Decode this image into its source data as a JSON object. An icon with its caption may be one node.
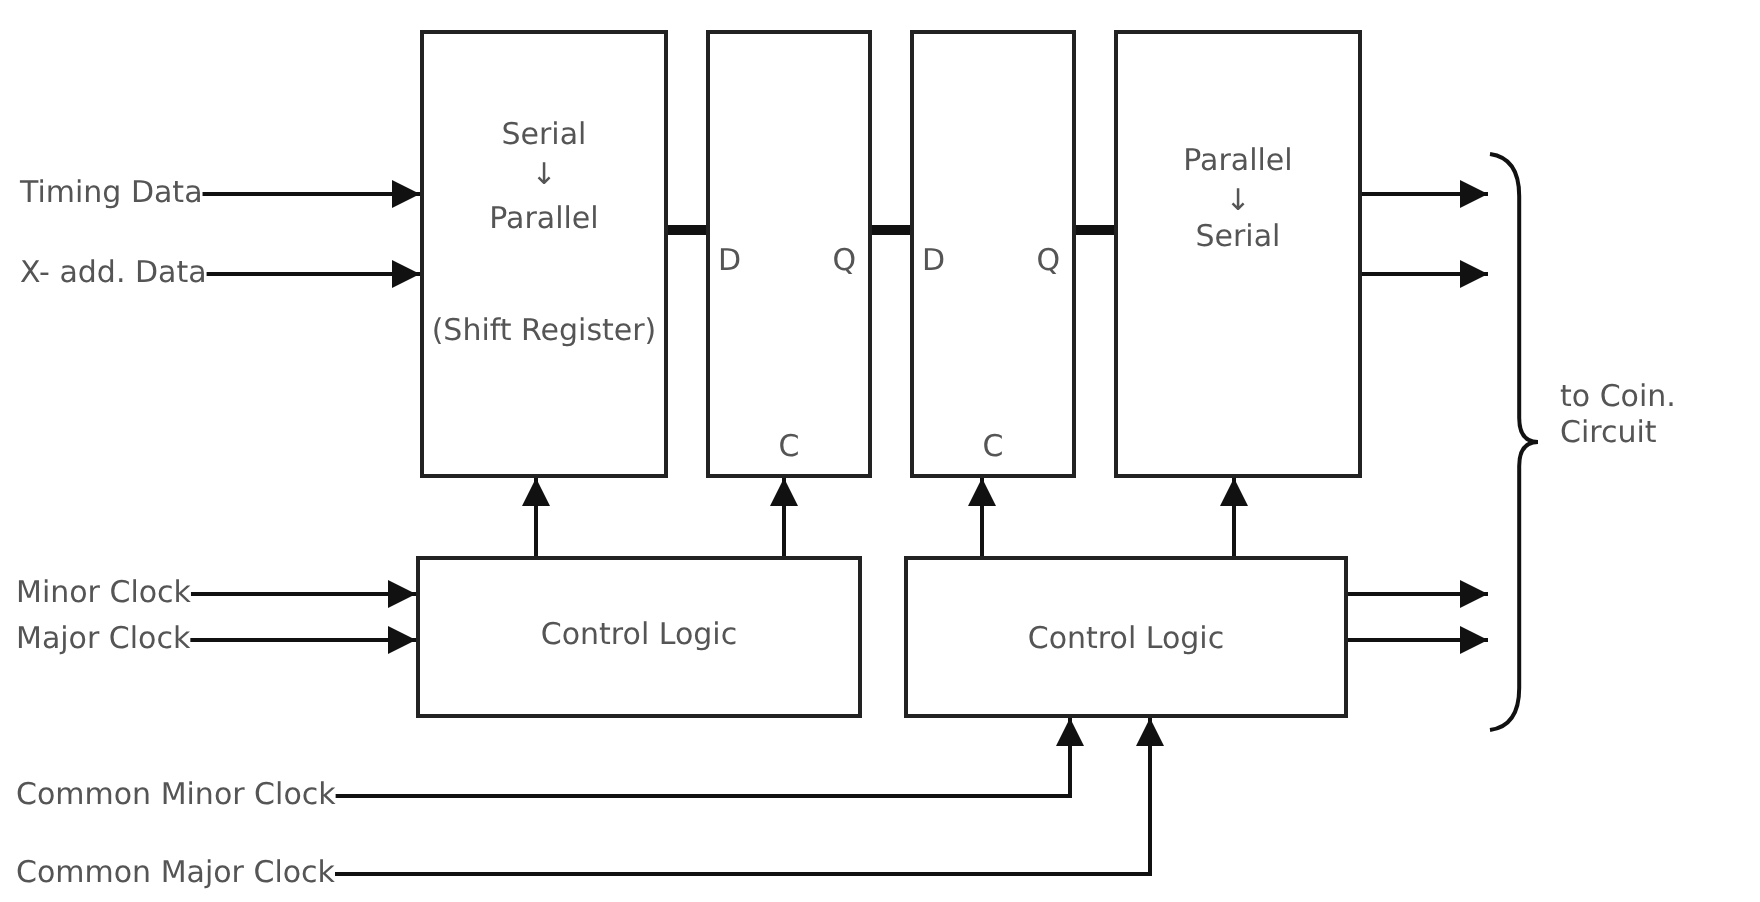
{
  "diagram": {
    "nodes": [
      {
        "text": [
          "Timing Data"
        ]
      },
      {
        "text": [
          "X- add. Data"
        ]
      },
      {
        "text": [
          "Serial",
          "↓",
          "Parallel",
          "(Shift Register)"
        ]
      },
      {
        "text": [
          "D",
          "Q",
          "C"
        ]
      },
      {
        "text": [
          "D",
          "Q",
          "C"
        ]
      },
      {
        "text": [
          "Parallel",
          "↓",
          "Serial"
        ]
      },
      {
        "text": [
          "Minor Clock"
        ]
      },
      {
        "text": [
          "Major Clock"
        ]
      },
      {
        "text": [
          "Control Logic"
        ]
      },
      {
        "text": [
          "Control Logic"
        ]
      },
      {
        "text": [
          "Common Minor Clock"
        ]
      },
      {
        "text": [
          "Common Major Clock"
        ]
      },
      {
        "text": [],
        "shape": "bracket",
        "beside": [
          "to Coin. Circuit"
        ]
      }
    ],
    "edges": [
      {
        "from": 0,
        "to": 2,
        "arrow": "to"
      },
      {
        "from": 1,
        "to": 2,
        "arrow": "to"
      },
      {
        "from": 2,
        "to": 3,
        "arrow": "none",
        "style": "thick"
      },
      {
        "from": 3,
        "to": 4,
        "arrow": "none",
        "style": "thick"
      },
      {
        "from": 4,
        "to": 5,
        "arrow": "none",
        "style": "thick"
      },
      {
        "from": 8,
        "to": 2,
        "arrow": "to"
      },
      {
        "from": 8,
        "to": 3,
        "arrow": "to"
      },
      {
        "from": 9,
        "to": 4,
        "arrow": "to"
      },
      {
        "from": 9,
        "to": 5,
        "arrow": "to"
      },
      {
        "from": 6,
        "to": 8,
        "arrow": "to"
      },
      {
        "from": 7,
        "to": 8,
        "arrow": "to"
      },
      {
        "from": 10,
        "to": 9,
        "arrow": "to"
      },
      {
        "from": 11,
        "to": 9,
        "arrow": "to"
      },
      {
        "from": 5,
        "to": 12,
        "arrow": "to"
      },
      {
        "from": 5,
        "to": 12,
        "arrow": "to"
      },
      {
        "from": 9,
        "to": 12,
        "arrow": "to"
      },
      {
        "from": 9,
        "to": 12,
        "arrow": "to"
      }
    ]
  }
}
